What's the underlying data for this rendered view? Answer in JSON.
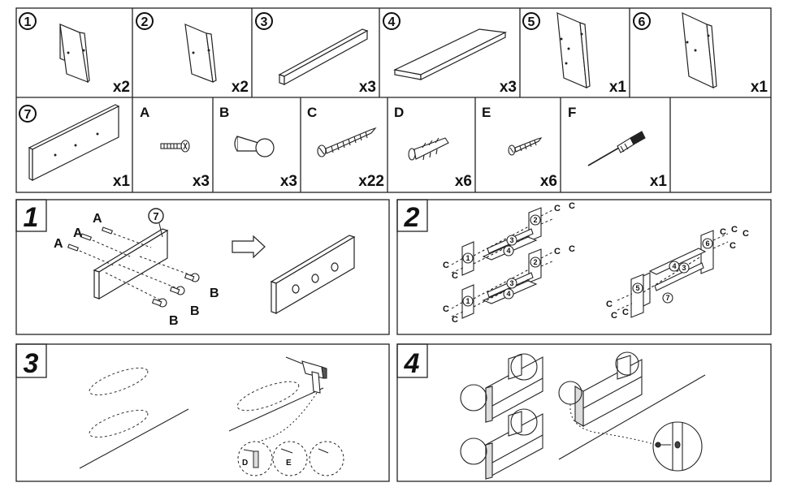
{
  "parts": [
    {
      "label": "1",
      "qty": "x2",
      "icon": "side-panel"
    },
    {
      "label": "2",
      "qty": "x2",
      "icon": "side-panel"
    },
    {
      "label": "3",
      "qty": "x3",
      "icon": "long-rail"
    },
    {
      "label": "4",
      "qty": "x3",
      "icon": "shelf-board"
    },
    {
      "label": "5",
      "qty": "x1",
      "icon": "drilled-panel"
    },
    {
      "label": "6",
      "qty": "x1",
      "icon": "drilled-panel"
    },
    {
      "label": "7",
      "qty": "x1",
      "icon": "back-rail"
    }
  ],
  "hardware": [
    {
      "label": "A",
      "qty": "x3",
      "icon": "machine-screw"
    },
    {
      "label": "B",
      "qty": "x3",
      "icon": "knob-hook"
    },
    {
      "label": "C",
      "qty": "x22",
      "icon": "wood-screw"
    },
    {
      "label": "D",
      "qty": "x6",
      "icon": "wall-plug"
    },
    {
      "label": "E",
      "qty": "x6",
      "icon": "small-screw"
    },
    {
      "label": "F",
      "qty": "x1",
      "icon": "screwdriver"
    }
  ],
  "steps": [
    {
      "number": "1"
    },
    {
      "number": "2"
    },
    {
      "number": "3"
    },
    {
      "number": "4"
    }
  ],
  "step1": {
    "screw_label": "A",
    "hook_label": "B",
    "part_label": "7"
  },
  "step2": {
    "screw_label": "C",
    "part_labels": [
      "1",
      "2",
      "3",
      "4",
      "5",
      "6",
      "7"
    ]
  },
  "step3": {
    "plug_label": "D",
    "screw_label": "E"
  },
  "colors": {
    "line": "#222222",
    "fill": "#ffffff",
    "shade": "#e8e8e8"
  }
}
